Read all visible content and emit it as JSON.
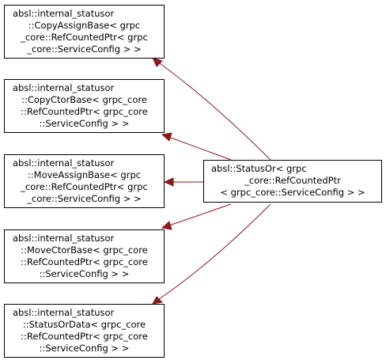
{
  "derived": {
    "lines": [
      "absl::StatusOr< grpc",
      "_core::RefCountedPtr",
      "< grpc_core::ServiceConfig > >"
    ]
  },
  "bases": [
    {
      "id": "copy-assign-base",
      "lines": [
        "absl::internal_statusor",
        "::CopyAssignBase< grpc",
        "_core::RefCountedPtr< grpc",
        "_core::ServiceConfig > >"
      ]
    },
    {
      "id": "copy-ctor-base",
      "lines": [
        "absl::internal_statusor",
        "::CopyCtorBase< grpc_core",
        "::RefCountedPtr< grpc_core",
        "::ServiceConfig > >"
      ]
    },
    {
      "id": "move-assign-base",
      "lines": [
        "absl::internal_statusor",
        "::MoveAssignBase< grpc",
        "_core::RefCountedPtr< grpc",
        "_core::ServiceConfig > >"
      ]
    },
    {
      "id": "move-ctor-base",
      "lines": [
        "absl::internal_statusor",
        "::MoveCtorBase< grpc_core",
        "::RefCountedPtr< grpc_core",
        "::ServiceConfig > >"
      ]
    },
    {
      "id": "status-or-data",
      "lines": [
        "absl::internal_statusor",
        "::StatusOrData< grpc_core",
        "::RefCountedPtr< grpc_core",
        "::ServiceConfig > >"
      ]
    }
  ],
  "colors": {
    "edge": "#8b1a1a",
    "node_border": "#000000",
    "background": "#ffffff"
  }
}
